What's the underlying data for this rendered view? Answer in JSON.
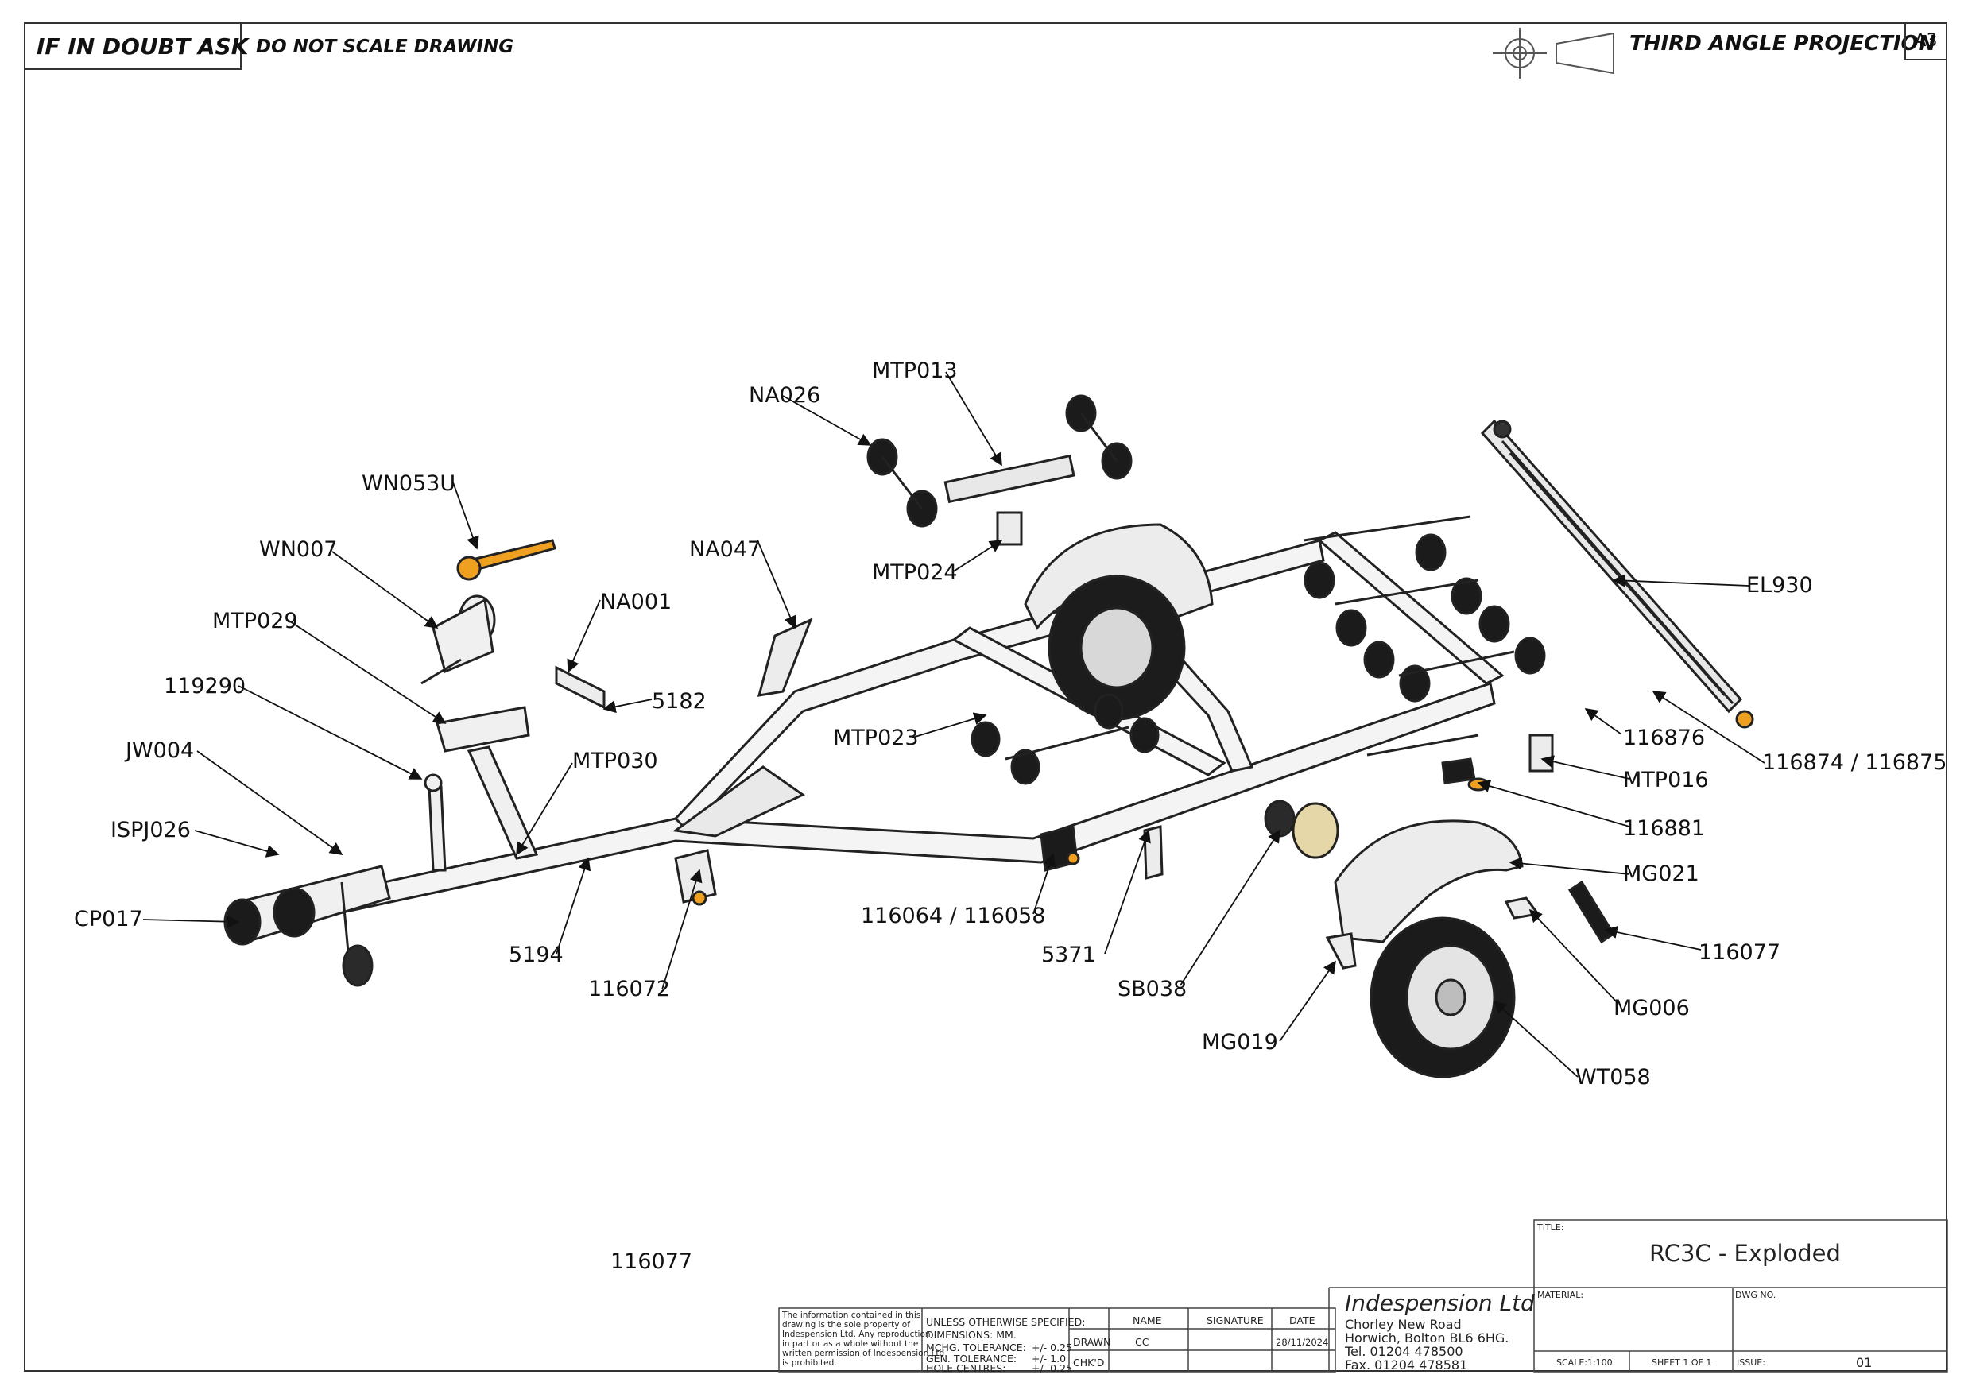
{
  "header": {
    "warning": "IF IN DOUBT ASK",
    "scale_note": "DO NOT SCALE DRAWING",
    "projection": "THIRD ANGLE PROJECTION",
    "sheet_size": "A3"
  },
  "callouts": [
    {
      "id": "MTP013",
      "text": "MTP013"
    },
    {
      "id": "NA026",
      "text": "NA026"
    },
    {
      "id": "WN053U",
      "text": "WN053U"
    },
    {
      "id": "WN007",
      "text": "WN007"
    },
    {
      "id": "NA047",
      "text": "NA047"
    },
    {
      "id": "MTP024",
      "text": "MTP024"
    },
    {
      "id": "NA001",
      "text": "NA001"
    },
    {
      "id": "MTP029",
      "text": "MTP029"
    },
    {
      "id": "5182",
      "text": "5182"
    },
    {
      "id": "119290",
      "text": "119290"
    },
    {
      "id": "JW004",
      "text": "JW004"
    },
    {
      "id": "MTP030",
      "text": "MTP030"
    },
    {
      "id": "MTP023",
      "text": "MTP023"
    },
    {
      "id": "ISPJ026",
      "text": "ISPJ026"
    },
    {
      "id": "CP017",
      "text": "CP017"
    },
    {
      "id": "5194",
      "text": "5194"
    },
    {
      "id": "116072",
      "text": "116072"
    },
    {
      "id": "116064_116058",
      "text": "116064 / 116058"
    },
    {
      "id": "5371",
      "text": "5371"
    },
    {
      "id": "SB038",
      "text": "SB038"
    },
    {
      "id": "MG019",
      "text": "MG019"
    },
    {
      "id": "EL930",
      "text": "EL930"
    },
    {
      "id": "116876",
      "text": "116876"
    },
    {
      "id": "116874_116875",
      "text": "116874 / 116875"
    },
    {
      "id": "MTP016",
      "text": "MTP016"
    },
    {
      "id": "116881",
      "text": "116881"
    },
    {
      "id": "MG021",
      "text": "MG021"
    },
    {
      "id": "116077",
      "text": "116077"
    },
    {
      "id": "MG006",
      "text": "MG006"
    },
    {
      "id": "WT058",
      "text": "WT058"
    }
  ],
  "loose_label": "116077",
  "title_block": {
    "disclaimer": [
      "The information contained in this",
      "drawing is the sole property of",
      "Indespension Ltd. Any reproduction",
      "in part or as a whole without the",
      "written permission of Indespension Ltd",
      "is prohibited."
    ],
    "unless": "UNLESS OTHERWISE SPECIFIED:",
    "dimensions": "DIMENSIONS:  MM.",
    "mchg": "MCHG. TOLERANCE:",
    "mchg_val": "+/- 0.25",
    "gen": "GEN. TOLERANCE:",
    "gen_val": "+/- 1.0",
    "hole": "HOLE CENTRES:",
    "hole_val": "+/- 0.25",
    "col_name": "NAME",
    "col_signature": "SIGNATURE",
    "col_date": "DATE",
    "row_drawn": "DRAWN",
    "row_chkd": "CHK'D",
    "drawn_name": "CC",
    "drawn_date": "28/11/2024",
    "company": "Indespension Ltd",
    "address": [
      "Chorley New Road",
      "Horwich, Bolton BL6 6HG.",
      "Tel. 01204 478500",
      "Fax. 01204 478581"
    ],
    "title_label": "TITLE:",
    "title": "RC3C - Exploded",
    "material_label": "MATERIAL:",
    "dwg_label": "DWG NO.",
    "scale": "SCALE:1:100",
    "sheet": "SHEET 1 OF 1",
    "issue_label": "ISSUE:",
    "issue": "01"
  },
  "colors": {
    "line": "#222222",
    "orange": "#f0a020",
    "part": "#e8e8e8",
    "dark": "#1a1a1a",
    "hub": "#e6d7a8"
  }
}
